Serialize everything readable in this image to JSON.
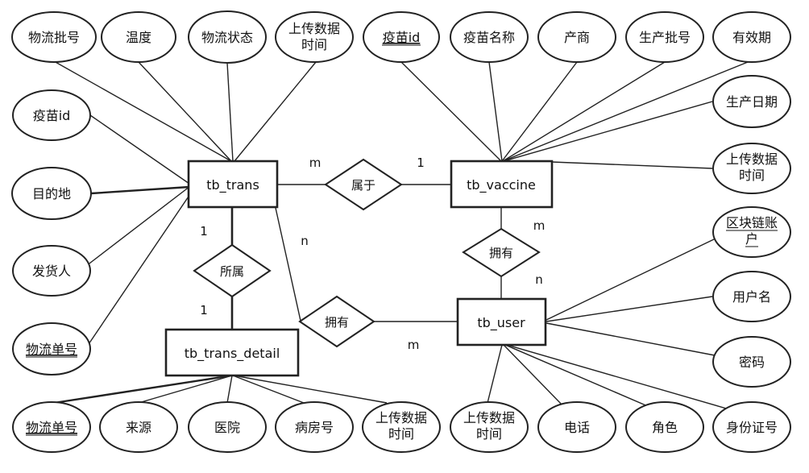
{
  "entities": {
    "trans": "tb_trans",
    "vaccine": "tb_vaccine",
    "user": "tb_user",
    "trans_detail": "tb_trans_detail"
  },
  "relationships": {
    "belongs_to": "属于",
    "owns_top": "拥有",
    "owns_mid": "拥有",
    "subordinate": "所属"
  },
  "cardinalities": {
    "trans_belongs": "m",
    "vaccine_belongs": "1",
    "trans_subordinate": "1",
    "detail_subordinate": "1",
    "trans_owns": "n",
    "user_owns": "m",
    "vaccine_owns": "m",
    "user_owns_vaccine": "n"
  },
  "attributes": {
    "trans": {
      "logistics_batch": "物流批号",
      "temperature": "温度",
      "logistics_status": "物流状态",
      "upload_time": [
        "上传数据",
        "时间"
      ],
      "vaccine_id": "疫苗id",
      "destination": "目的地",
      "shipper": "发货人",
      "waybill_no": "物流单号"
    },
    "vaccine": {
      "vaccine_id": "疫苗id",
      "vaccine_name": "疫苗名称",
      "manufacturer": "产商",
      "batch_no": "生产批号",
      "expiry": "有效期",
      "production_date": "生产日期",
      "upload_time": [
        "上传数据",
        "时间"
      ]
    },
    "user": {
      "blockchain_account": [
        "区块链账",
        "户"
      ],
      "username": "用户名",
      "password": "密码",
      "upload_time": [
        "上传数据",
        "时间"
      ],
      "phone": "电话",
      "role": "角色",
      "id_number": "身份证号"
    },
    "trans_detail": {
      "waybill_no": "物流单号",
      "source": "来源",
      "hospital": "医院",
      "ward": "病房号",
      "upload_time": [
        "上传数据",
        "时间"
      ]
    }
  }
}
